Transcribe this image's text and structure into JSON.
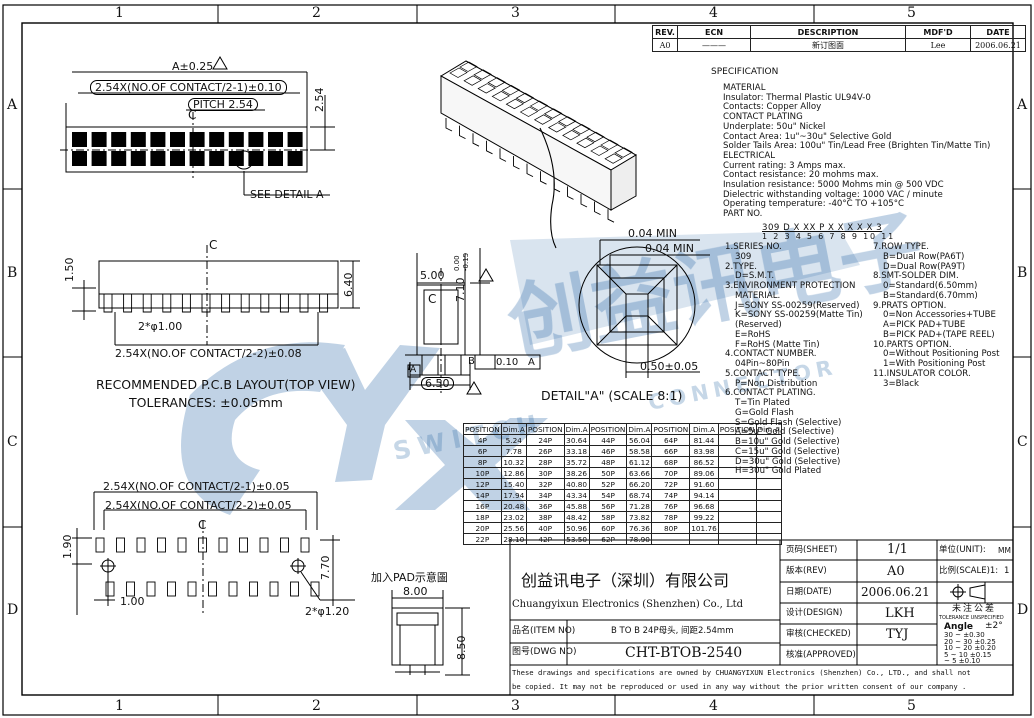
{
  "zones": {
    "top": [
      "1",
      "2",
      "3",
      "4",
      "5"
    ],
    "side": [
      "A",
      "B",
      "C",
      "D"
    ]
  },
  "revision_table": {
    "headers": [
      "REV.",
      "ECN",
      "DESCRIPTION",
      "MDF'D",
      "DATE"
    ],
    "row": [
      "A0",
      "———",
      "新订图面",
      "Lee",
      "2006.06.21"
    ]
  },
  "top_view": {
    "dim_a": "A±0.25",
    "dim_count": "2.54X(NO.OF CONTACT/2-1)±0.10",
    "pitch": "PITCH 2.54",
    "dim_side": "2.54",
    "detail": "SEE DETAIL A",
    "c_mark": "C"
  },
  "side_view": {
    "h1": "1.50",
    "h2": "6.40",
    "pin": "2*φ1.00",
    "span": "2.54X(NO.OF CONTACT/2-2)±0.08",
    "c_mark": "C"
  },
  "pcb_layout": {
    "title": "RECOMMENDED P.C.B LAYOUT(TOP VIEW)",
    "tol": "TOLERANCES: ±0.05mm"
  },
  "bottom_view": {
    "d1": "2.54X(NO.OF CONTACT/2-1)±0.05",
    "d2": "2.54X(NO.OF CONTACT/2-2)±0.05",
    "h": "1.90",
    "pin_off": "1.00",
    "holes": "2*φ1.20",
    "right": "7.70",
    "c_mark": "C"
  },
  "section": {
    "w": "5.00",
    "h": "7.10",
    "tol_top": "0.00",
    "tol_bot": "-0.15",
    "flat": "0.10",
    "datum": "A",
    "datum_b": "B",
    "bottom": "6.50",
    "mark_a": "A",
    "c_mark": "C"
  },
  "detail_a": {
    "m1": "0.04 MIN",
    "m2": "0.04 MIN",
    "m3": "0.50±0.05",
    "title": "DETAIL\"A\" (SCALE 8:1)"
  },
  "pad": {
    "title": "加入PAD示意圖",
    "w": "8.00",
    "h": "8.50"
  },
  "position_table": {
    "headers": [
      "POSITION",
      "Dim.A",
      "POSITION",
      "Dim.A",
      "POSITION",
      "Dim.A",
      "POSITION",
      "Dim.A",
      "POSITION",
      "Dim.A"
    ],
    "rows": [
      [
        "4P",
        "5.24",
        "24P",
        "30.64",
        "44P",
        "56.04",
        "64P",
        "81.44"
      ],
      [
        "6P",
        "7.78",
        "26P",
        "33.18",
        "46P",
        "58.58",
        "66P",
        "83.98"
      ],
      [
        "8P",
        "10.32",
        "28P",
        "35.72",
        "48P",
        "61.12",
        "68P",
        "86.52"
      ],
      [
        "10P",
        "12.86",
        "30P",
        "38.26",
        "50P",
        "63.66",
        "70P",
        "89.06"
      ],
      [
        "12P",
        "15.40",
        "32P",
        "40.80",
        "52P",
        "66.20",
        "72P",
        "91.60"
      ],
      [
        "14P",
        "17.94",
        "34P",
        "43.34",
        "54P",
        "68.74",
        "74P",
        "94.14"
      ],
      [
        "16P",
        "20.48",
        "36P",
        "45.88",
        "56P",
        "71.28",
        "76P",
        "96.68"
      ],
      [
        "18P",
        "23.02",
        "38P",
        "48.42",
        "58P",
        "73.82",
        "78P",
        "99.22"
      ],
      [
        "20P",
        "25.56",
        "40P",
        "50.96",
        "60P",
        "76.36",
        "80P",
        "101.76"
      ],
      [
        "22P",
        "28.10",
        "42P",
        "53.50",
        "62P",
        "78.90",
        "",
        ""
      ]
    ]
  },
  "spec": {
    "heading": "SPECIFICATION",
    "lines": [
      "MATERIAL",
      "Insulator: Thermal Plastic UL94V-0",
      "Contacts: Copper Alloy",
      "CONTACT PLATING",
      "Underplate: 50u\" Nickel",
      "Contact Area: 1u\"~30u\" Selective Gold",
      "Solder Tails Area: 100u\" Tin/Lead Free (Brighten Tin/Matte Tin)",
      "ELECTRICAL",
      "Current rating: 3 Amps max.",
      "Contact resistance: 20 mohms max.",
      "Insulation resistance: 5000 Mohms min @ 500 VDC",
      "Dielectric withstanding voltage: 1000 VAC / minute",
      "Operating temperature: -40°C TO +105°C",
      "PART NO."
    ],
    "part_code": "309 D X XX P X X X X X 3",
    "part_idx": "1 2 3 4 5 6 7 8 9 10 11",
    "left_col": [
      "1.SERIES NO.",
      "309",
      "2.TYPE.",
      "D=S.M.T.",
      "3.ENVIRONMENT PROTECTION",
      "MATERIAL.",
      "J=SONY SS-00259(Reserved)",
      "K=SONY SS-00259(Matte Tin)",
      "(Reserved)",
      "E=RoHS",
      "F=RoHS (Matte Tin)",
      "4.CONTACT NUMBER.",
      "04Pin~80Pin",
      "5.CONTACT TYPE.",
      "P=Non Distribution",
      "6.CONTACT PLATING.",
      "T=Tin Plated",
      "G=Gold Flash",
      "S=Gold Flash (Selective)",
      "A=5u\" Gold (Selective)",
      "B=10u\" Gold (Selective)",
      "C=15u\" Gold (Selective)",
      "D=30u\" Gold (Selective)",
      "H=30u\" Gold Plated"
    ],
    "right_col": [
      "7.ROW TYPE.",
      "B=Dual Row(PA6T)",
      "D=Dual Row(PA9T)",
      "8.SMT-SOLDER DIM.",
      "0=Standard(6.50mm)",
      "B=Standard(6.70mm)",
      "9.PRATS OPTION.",
      "0=Non Accessories+TUBE",
      "A=PICK PAD+TUBE",
      "B=PICK PAD+(TAPE REEL)",
      "10.PARTS OPTION.",
      "0=Without Positioning Post",
      "1=With Positioning Post",
      "11.INSULATOR COLOR.",
      "3=Black"
    ]
  },
  "title_block": {
    "company_cn": "创益讯电子（深圳）有限公司",
    "company_en": "Chuangyixun Electronics (Shenzhen) Co., Ltd",
    "item_label": "品名(ITEM NO)",
    "item": "B TO B 24P母头, 间距2.54mm",
    "dwg_label": "图号(DWG NO)",
    "dwg": "CHT-BTOB-2540",
    "sheet_label": "页码(SHEET)",
    "sheet": "1/1",
    "rev_label": "版本(REV)",
    "rev": "A0",
    "date_label": "日期(DATE)",
    "date": "2006.06.21",
    "design_label": "设计(DESIGN)",
    "design": "LKH",
    "checked_label": "审核(CHECKED)",
    "checked": "TYJ",
    "approved_label": "核准(APPROVED)",
    "approved": "",
    "unit_label": "单位(UNIT):",
    "unit": "MM",
    "scale_label": "比例(SCALE)1:",
    "scale": "1",
    "tol_cn": "未注公差",
    "tol_en": "TOLERANCE UNSPECIFIED",
    "angle": "Angle",
    "angle_val": "±2°",
    "tol_rows": [
      "30 ~ ±0.30",
      "20 ~ 30 ±0.25",
      "10 ~ 20 ±0.20",
      "5 ~ 10 ±0.15",
      "~ 5 ±0.10"
    ],
    "notice1": "These drawings and specifications are owned by CHUANGYIXUN Electronics (Shenzhen) Co., LTD., and shall not",
    "notice2": "be copied. It may not be reproduced or used in any way without the prior written consent of our company ."
  },
  "watermark": {
    "logo": "CYX",
    "cn": "创益讯电子",
    "en1": "SWITCH",
    "en2": "CONNECTOR"
  }
}
